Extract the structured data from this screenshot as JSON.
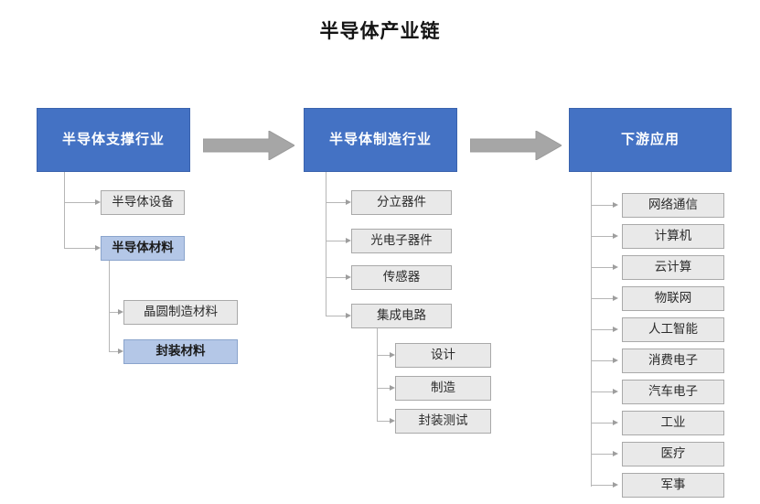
{
  "diagram": {
    "title": "半导体产业链",
    "type": "flow-chain",
    "colors": {
      "header_fill": "#4472c4",
      "header_text": "#ffffff",
      "gray_fill": "#e9e9e9",
      "gray_border": "#a9a9a9",
      "lightblue_fill": "#b4c7e7",
      "lightblue_border": "#8aa4cc",
      "connector": "#b6b6b6",
      "block_arrow": "#a6a6a6",
      "background": "#ffffff"
    },
    "columns": [
      {
        "id": "support",
        "header": "半导体支撑行业",
        "items": [
          {
            "label": "半导体设备",
            "style": "gray"
          },
          {
            "label": "半导体材料",
            "style": "lightblue"
          }
        ],
        "sub_items": [
          {
            "label": "晶圆制造材料",
            "style": "gray"
          },
          {
            "label": "封装材料",
            "style": "lightblue"
          }
        ],
        "sub_parent": "半导体材料"
      },
      {
        "id": "manufacturing",
        "header": "半导体制造行业",
        "items": [
          {
            "label": "分立器件",
            "style": "gray"
          },
          {
            "label": "光电子器件",
            "style": "gray"
          },
          {
            "label": "传感器",
            "style": "gray"
          },
          {
            "label": "集成电路",
            "style": "gray"
          }
        ],
        "sub_items": [
          {
            "label": "设计",
            "style": "gray"
          },
          {
            "label": "制造",
            "style": "gray"
          },
          {
            "label": "封装测试",
            "style": "gray"
          }
        ],
        "sub_parent": "集成电路"
      },
      {
        "id": "downstream",
        "header": "下游应用",
        "items": [
          {
            "label": "网络通信",
            "style": "gray"
          },
          {
            "label": "计算机",
            "style": "gray"
          },
          {
            "label": "云计算",
            "style": "gray"
          },
          {
            "label": "物联网",
            "style": "gray"
          },
          {
            "label": "人工智能",
            "style": "gray"
          },
          {
            "label": "消费电子",
            "style": "gray"
          },
          {
            "label": "汽车电子",
            "style": "gray"
          },
          {
            "label": "工业",
            "style": "gray"
          },
          {
            "label": "医疗",
            "style": "gray"
          },
          {
            "label": "军事",
            "style": "gray"
          }
        ],
        "sub_items": [],
        "sub_parent": ""
      }
    ],
    "flow_arrows": [
      {
        "from": "半导体支撑行业",
        "to": "半导体制造行业"
      },
      {
        "from": "半导体制造行业",
        "to": "下游应用"
      }
    ]
  }
}
